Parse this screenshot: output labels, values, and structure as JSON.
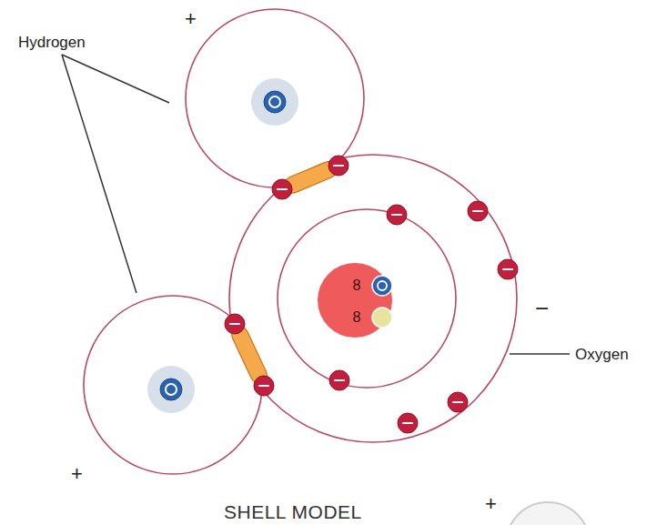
{
  "diagram": {
    "caption": "SHELL MODEL",
    "nodes": [
      {
        "text": [
          "8",
          "8"
        ]
      }
    ],
    "labels": [
      "Hydrogen",
      "+",
      "−",
      "Oxygen",
      "+",
      "+"
    ]
  }
}
